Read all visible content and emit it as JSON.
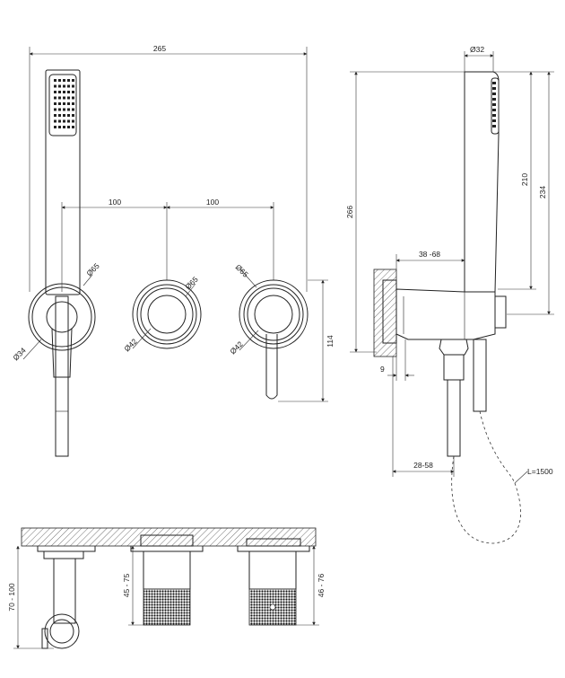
{
  "front_view": {
    "overall_width": "265",
    "spacing_left": "100",
    "spacing_right": "100",
    "height": "114",
    "diam_65_a": "Ø65",
    "diam_65_b": "Ø65",
    "diam_65_c": "Ø65",
    "diam_34": "Ø34",
    "diam_42_a": "Ø42",
    "diam_42_b": "Ø42"
  },
  "side_view": {
    "diam_32": "Ø32",
    "height_266": "266",
    "height_210": "210",
    "height_234": "234",
    "projection": "38 -68",
    "wall_offset": "9",
    "hose_offset": "28-58",
    "hose_length": "L=1500"
  },
  "plan_view": {
    "depth_left": "70 - 100",
    "depth_middle": "45 - 75",
    "depth_right": "46 - 76"
  }
}
